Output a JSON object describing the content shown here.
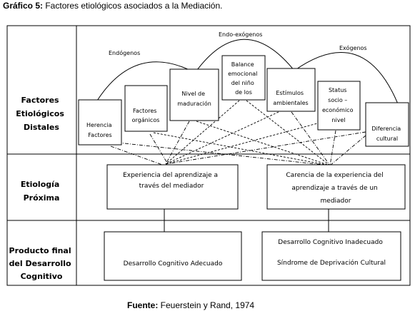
{
  "caption": {
    "label": "Gráfico 5:",
    "text": " Factores etiológicos asociados a la Mediación."
  },
  "source": {
    "label": "Fuente:",
    "text": " Feuerstein  y Rand, 1974"
  },
  "rows": [
    {
      "id": "distales",
      "lines": [
        "Factores",
        "Etiológicos",
        "Distales"
      ]
    },
    {
      "id": "proxima",
      "lines": [
        "Etiología",
        "Próxima"
      ]
    },
    {
      "id": "producto",
      "lines": [
        "Producto final",
        "del Desarrollo",
        "Cognitivo"
      ]
    }
  ],
  "arc_labels": {
    "left": "Endógenos",
    "middle": "Endo-exógenos",
    "right": "Exógenos"
  },
  "factors": [
    {
      "id": "herencia",
      "lines": [
        "Herencia",
        "Factores"
      ]
    },
    {
      "id": "organicos",
      "lines": [
        "Factores",
        "orgánicos"
      ]
    },
    {
      "id": "maduracion",
      "lines": [
        "Nivel de",
        "maduración"
      ]
    },
    {
      "id": "balance",
      "lines": [
        "Balance",
        "emocional",
        "del niño",
        "de los"
      ]
    },
    {
      "id": "estimulos",
      "lines": [
        "Estímulos",
        "ambientales"
      ]
    },
    {
      "id": "status",
      "lines": [
        "Status",
        "socio –",
        "económico",
        "nivel"
      ]
    },
    {
      "id": "diferencia",
      "lines": [
        "Diferencia",
        "cultural"
      ]
    }
  ],
  "proximal": [
    {
      "id": "experiencia",
      "lines": [
        "Experiencia del aprendizaje a",
        "través del mediador"
      ]
    },
    {
      "id": "carencia",
      "lines": [
        "Carencia de la experiencia del",
        "aprendizaje a través de un",
        "mediador"
      ]
    }
  ],
  "outcomes": [
    {
      "id": "adecuado",
      "lines": [
        "Desarrollo Cognitivo Adecuado"
      ]
    },
    {
      "id": "inadecuado",
      "lines": [
        "Desarrollo Cognitivo Inadecuado",
        "Síndrome de Deprivación Cultural"
      ]
    }
  ]
}
